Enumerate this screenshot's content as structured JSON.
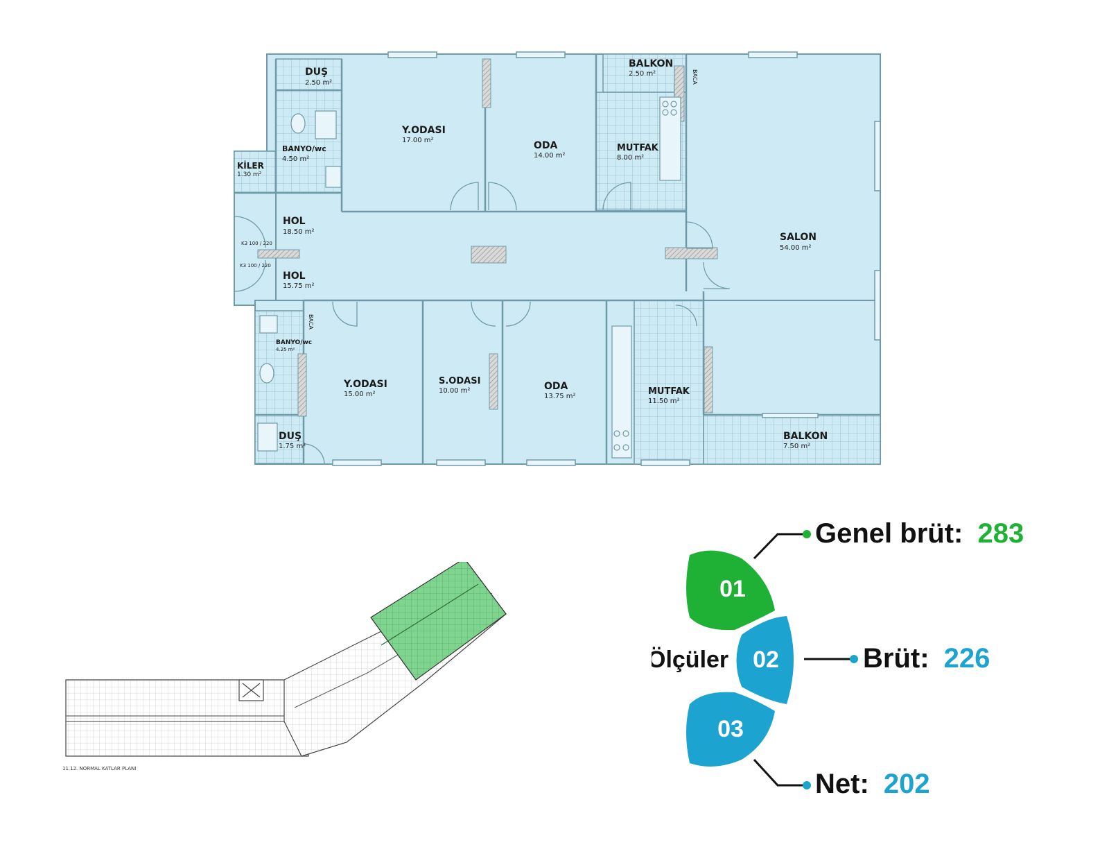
{
  "plan": {
    "rooms": [
      {
        "name": "DUŞ",
        "area": "2.50 m²"
      },
      {
        "name": "BANYO/wc",
        "area": "4.50 m²"
      },
      {
        "name": "KİLER",
        "area": "1.30 m²"
      },
      {
        "name": "Y.ODASI",
        "area": "17.00 m²"
      },
      {
        "name": "ODA",
        "area": "14.00 m²"
      },
      {
        "name": "BALKON",
        "area": "2.50 m²"
      },
      {
        "name": "MUTFAK",
        "area": "8.00 m²"
      },
      {
        "name": "HOL",
        "area": "18.50 m²"
      },
      {
        "name": "HOL",
        "area": "15.75 m²"
      },
      {
        "name": "SALON",
        "area": "54.00 m²"
      },
      {
        "name": "BANYO/wc",
        "area": "4.25 m²"
      },
      {
        "name": "Y.ODASI",
        "area": "15.00 m²"
      },
      {
        "name": "S.ODASI",
        "area": "10.00 m²"
      },
      {
        "name": "ODA",
        "area": "13.75 m²"
      },
      {
        "name": "MUTFAK",
        "area": "11.50 m²"
      },
      {
        "name": "DUŞ",
        "area": "1.75 m²"
      },
      {
        "name": "BALKON",
        "area": "7.50 m²"
      }
    ],
    "baca_label": "BACA",
    "door_labels": [
      "K3 100 / 220",
      "K3 100 / 220"
    ]
  },
  "keyplan": {
    "caption": "11.12. NORMAL KATLAR PLANI",
    "highlight_color": "#7fd48f"
  },
  "legend": {
    "center_label": "Ölçüler",
    "items": [
      {
        "num": "01",
        "label": "Genel brüt:",
        "value": "283",
        "color": "#1fb136"
      },
      {
        "num": "02",
        "label": "Brüt:",
        "value": "226",
        "color": "#1ca3cf"
      },
      {
        "num": "03",
        "label": "Net:",
        "value": "202",
        "color": "#1ca3cf"
      }
    ]
  },
  "colors": {
    "room_fill": "#cdeaf5",
    "wall": "#6e9aa8",
    "green": "#1fb136",
    "blue": "#1ca3cf"
  }
}
